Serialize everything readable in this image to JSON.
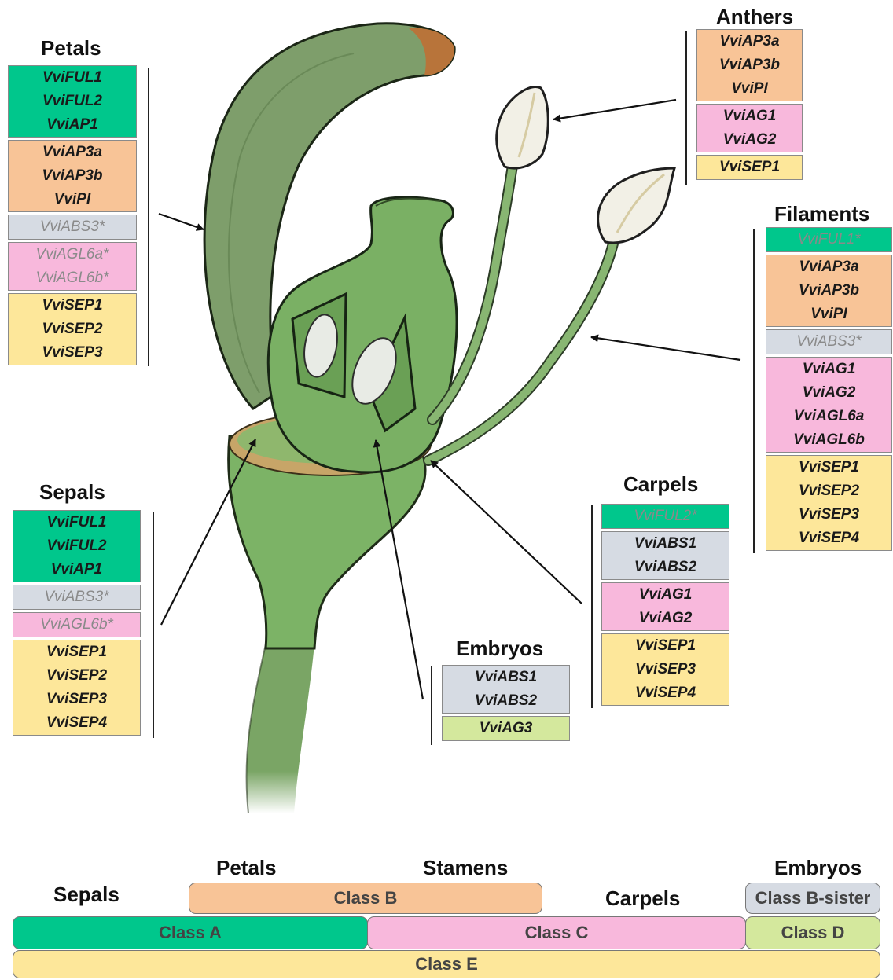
{
  "panels": {
    "petals": {
      "title": "Petals",
      "groups": [
        {
          "class": "A",
          "genes": [
            "VviFUL1",
            "VviFUL2",
            "VviAP1"
          ],
          "faint": false
        },
        {
          "class": "B",
          "genes": [
            "VviAP3a",
            "VviAP3b",
            "VviPI"
          ],
          "faint": false
        },
        {
          "class": "BS",
          "genes": [
            "VviABS3*"
          ],
          "faint": true
        },
        {
          "class": "C",
          "genes": [
            "VviAGL6a*",
            "VviAGL6b*"
          ],
          "faint": true
        },
        {
          "class": "E",
          "genes": [
            "VviSEP1",
            "VviSEP2",
            "VviSEP3"
          ],
          "faint": false
        }
      ]
    },
    "sepals": {
      "title": "Sepals",
      "groups": [
        {
          "class": "A",
          "genes": [
            "VviFUL1",
            "VviFUL2",
            "VviAP1"
          ],
          "faint": false
        },
        {
          "class": "BS",
          "genes": [
            "VviABS3*"
          ],
          "faint": true
        },
        {
          "class": "C",
          "genes": [
            "VviAGL6b*"
          ],
          "faint": true
        },
        {
          "class": "E",
          "genes": [
            "VviSEP1",
            "VviSEP2",
            "VviSEP3",
            "VviSEP4"
          ],
          "faint": false
        }
      ]
    },
    "anthers": {
      "title": "Anthers",
      "groups": [
        {
          "class": "B",
          "genes": [
            "VviAP3a",
            "VviAP3b",
            "VviPI"
          ],
          "faint": false
        },
        {
          "class": "C",
          "genes": [
            "VviAG1",
            "VviAG2"
          ],
          "faint": false
        },
        {
          "class": "E",
          "genes": [
            "VviSEP1"
          ],
          "faint": false
        }
      ]
    },
    "filaments": {
      "title": "Filaments",
      "groups": [
        {
          "class": "A",
          "genes": [
            "VviFUL1*"
          ],
          "faint": true
        },
        {
          "class": "B",
          "genes": [
            "VviAP3a",
            "VviAP3b",
            "VviPI"
          ],
          "faint": false
        },
        {
          "class": "BS",
          "genes": [
            "VviABS3*"
          ],
          "faint": true
        },
        {
          "class": "C",
          "genes": [
            "VviAG1",
            "VviAG2",
            "VviAGL6a",
            "VviAGL6b"
          ],
          "faint": false
        },
        {
          "class": "E",
          "genes": [
            "VviSEP1",
            "VviSEP2",
            "VviSEP3",
            "VviSEP4"
          ],
          "faint": false
        }
      ]
    },
    "carpels": {
      "title": "Carpels",
      "groups": [
        {
          "class": "A",
          "genes": [
            "VviFUL2*"
          ],
          "faint": true
        },
        {
          "class": "BS",
          "genes": [
            "VviABS1",
            "VviABS2"
          ],
          "faint": false
        },
        {
          "class": "C",
          "genes": [
            "VviAG1",
            "VviAG2"
          ],
          "faint": false
        },
        {
          "class": "E",
          "genes": [
            "VviSEP1",
            "VviSEP3",
            "VviSEP4"
          ],
          "faint": false
        }
      ]
    },
    "embryos": {
      "title": "Embryos",
      "groups": [
        {
          "class": "BS",
          "genes": [
            "VviABS1",
            "VviABS2"
          ],
          "faint": false
        },
        {
          "class": "D",
          "genes": [
            "VviAG3"
          ],
          "faint": false
        }
      ]
    }
  },
  "model": {
    "organs": {
      "sepals": "Sepals",
      "petals": "Petals",
      "stamens": "Stamens",
      "carpels": "Carpels",
      "embryos": "Embryos"
    },
    "classes": {
      "A": "Class A",
      "B": "Class B",
      "C": "Class C",
      "D": "Class D",
      "E": "Class E",
      "BS": "Class B-sister"
    }
  },
  "colors": {
    "A": "#00c78c",
    "B": "#f8c497",
    "C": "#f8b8dc",
    "D": "#d4e89d",
    "E": "#fde79a",
    "BS": "#d6dbe3"
  }
}
